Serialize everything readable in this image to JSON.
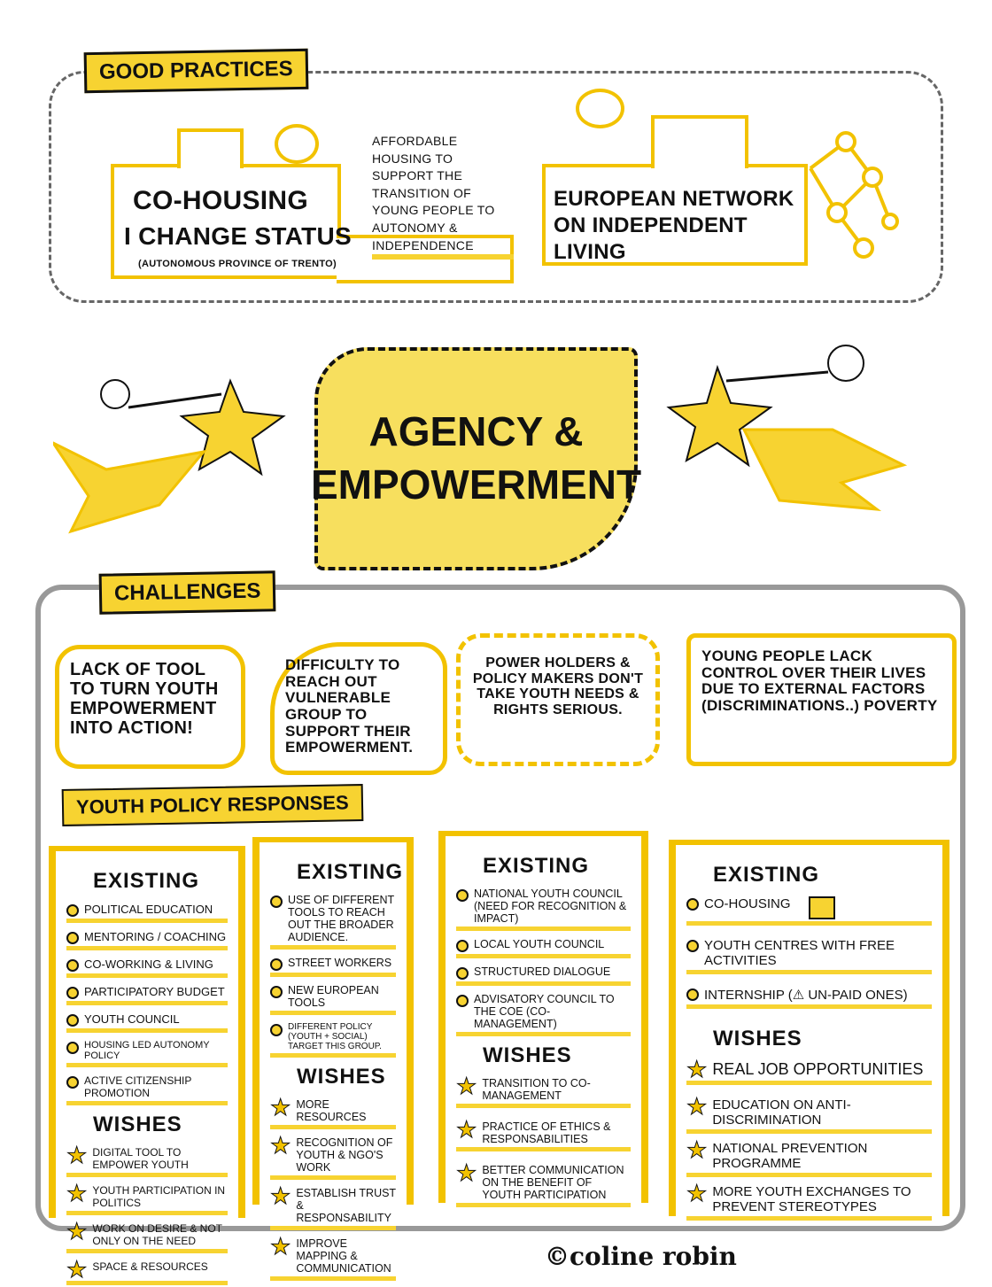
{
  "good_practices": {
    "title": "Good Practices",
    "co_housing": {
      "line1": "Co-Housing",
      "line2": "I Change Status",
      "note": "(Autonomous Province of Trento)"
    },
    "affordable": "Affordable housing to support the transition of young people to autonomy & independence",
    "european_network": "European Network on Independent Living"
  },
  "center": {
    "line1": "Agency &",
    "line2": "Empowerment"
  },
  "challenges": {
    "title": "Challenges",
    "items": [
      "Lack of tool to turn youth empowerment into action!",
      "Difficulty to reach out vulnerable group to support their empowerment.",
      "Power holders & policy makers don't take youth needs & rights serious.",
      "Young people lack control over their lives due to external factors (discriminations..) poverty"
    ]
  },
  "responses": {
    "title": "Youth Policy Responses",
    "existing_label": "Existing",
    "wishes_label": "Wishes",
    "columns": [
      {
        "existing": [
          "Political education",
          "Mentoring / coaching",
          "Co-working & living",
          "Participatory budget",
          "Youth council",
          "Housing led autonomy policy",
          "Active citizenship promotion"
        ],
        "wishes": [
          "Digital tool to empower youth",
          "Youth participation in politics",
          "Work on desire & not only on the need",
          "Space & resources"
        ]
      },
      {
        "existing": [
          "Use of different tools to reach out the broader audience.",
          "Street workers",
          "New European tools",
          "Different policy (youth + social) target this group."
        ],
        "wishes": [
          "More resources",
          "Recognition of youth & NGO's work",
          "Establish trust & responsability",
          "Improve mapping & communication"
        ]
      },
      {
        "existing": [
          "National youth council (need for recognition & impact)",
          "Local youth council",
          "Structured dialogue",
          "Advisatory council to the CoE (co-management)"
        ],
        "wishes": [
          "Transition to co-management",
          "Practice of ethics & responsabilities",
          "Better communication on the benefit of youth participation"
        ]
      },
      {
        "existing": [
          "Co-housing",
          "Youth centres with free activities",
          "Internship (⚠ un-paid ones)"
        ],
        "wishes": [
          "Real job opportunities",
          "Education on anti-discrimination",
          "National prevention programme",
          "More youth exchanges to prevent stereotypes"
        ]
      }
    ]
  },
  "signature": "©coline robin"
}
